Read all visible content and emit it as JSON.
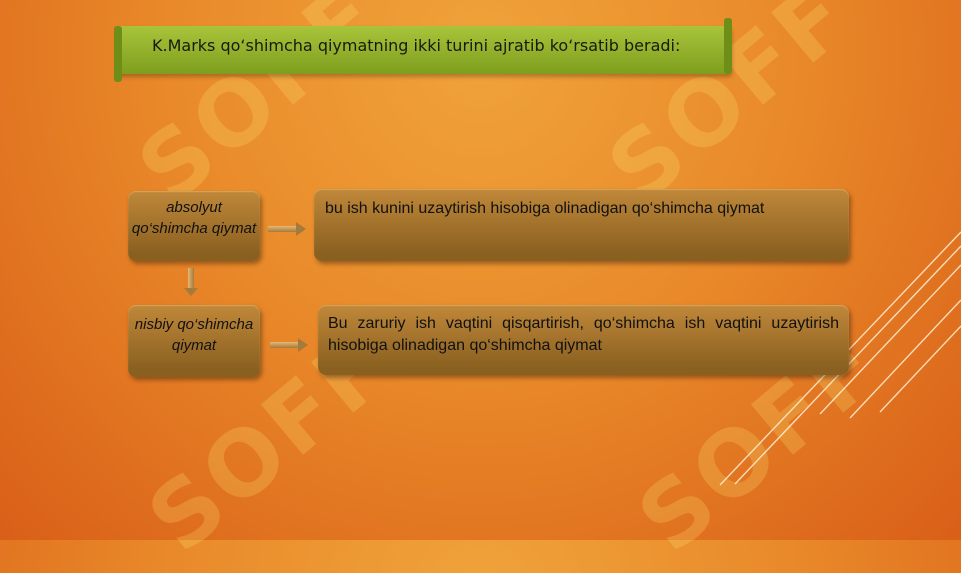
{
  "banner": {
    "text": "K.Marks qo‘shimcha qiymatning ikki turini ajratib ko‘rsatib beradi:"
  },
  "rows": [
    {
      "label": "absolyut qo‘shimcha qiymat",
      "definition": "bu ish kunini uzaytirish hisobiga olinadigan qo‘shimcha qiymat"
    },
    {
      "label": "nisbiy qo‘shimcha qiymat",
      "definition": "Bu zaruriy ish vaqtini qisqartirish, qo‘shimcha ish vaqtini uzaytirish hisobiga olinadigan qo‘shimcha qiymat"
    }
  ],
  "watermark": "SOFF",
  "colors": {
    "background": "#e98a2a",
    "banner": "#95b42e",
    "box": "#a8742e"
  }
}
